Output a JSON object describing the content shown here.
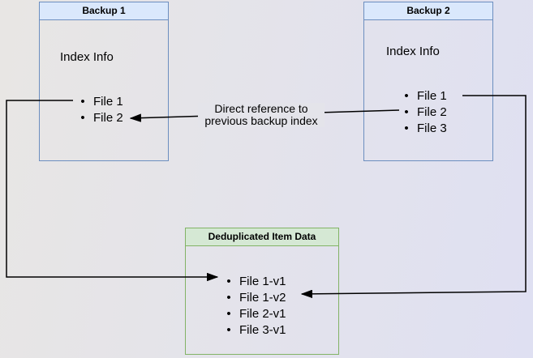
{
  "colors": {
    "background_left": "#e8e6e4",
    "background_right": "#dfe0f2",
    "blue_header_fill": "#dae8fc",
    "blue_border": "#6c8ebf",
    "green_header_fill": "#d5e8d4",
    "green_border": "#82b366",
    "connector": "#000000",
    "text": "#000000",
    "label_background": "#e4e4ea"
  },
  "boxes": {
    "backup1": {
      "title": "Backup 1",
      "body_label": "Index Info",
      "items": [
        "File 1",
        "File 2"
      ]
    },
    "backup2": {
      "title": "Backup 2",
      "body_label": "Index Info",
      "items": [
        "File 1",
        "File 2",
        "File 3"
      ]
    },
    "dedup": {
      "title": "Deduplicated Item Data",
      "items": [
        "File 1-v1",
        "File 1-v2",
        "File 2-v1",
        "File 3-v1"
      ]
    }
  },
  "annotations": {
    "direct_reference_line1": "Direct reference to",
    "direct_reference_line2": "previous backup index"
  },
  "connectors": [
    {
      "from": "Backup 1 / File 1",
      "to": "Deduplicated Item Data / File 1-v1",
      "label": ""
    },
    {
      "from": "Backup 2 / File 1",
      "to": "Deduplicated Item Data / File 1-v2",
      "label": ""
    },
    {
      "from": "Backup 2 / File 2",
      "to": "Backup 1 / File 2",
      "label": "Direct reference to previous backup index"
    }
  ]
}
